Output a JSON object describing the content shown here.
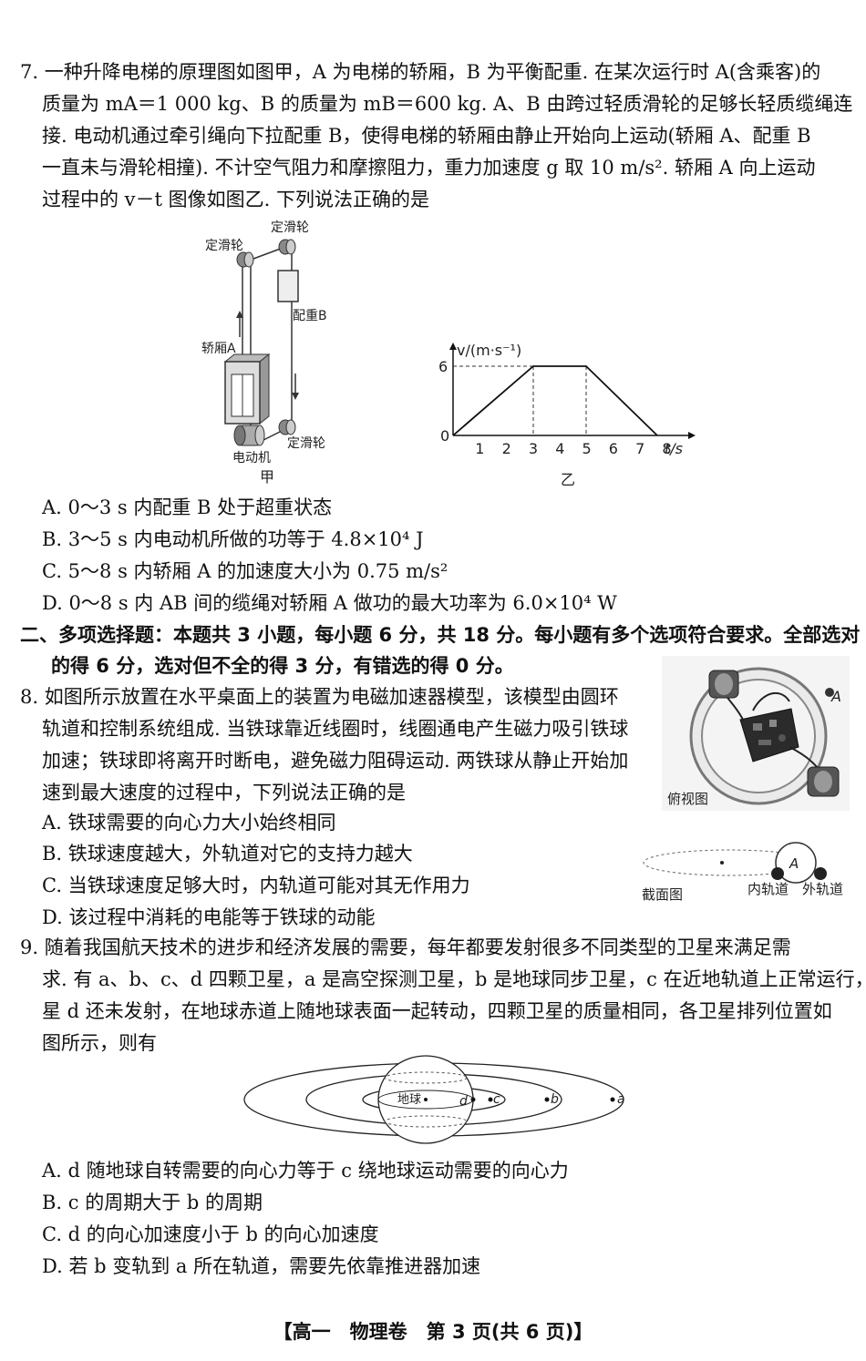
{
  "q7": {
    "lines": [
      "7. 一种升降电梯的原理图如图甲，A 为电梯的轿厢，B 为平衡配重. 在某次运行时 A(含乘客)的",
      "质量为 mA＝1 000 kg、B 的质量为 mB＝600 kg. A、B 由跨过轻质滑轮的足够长轻质缆绳连",
      "接. 电动机通过牵引绳向下拉配重 B，使得电梯的轿厢由静止开始向上运动(轿厢 A、配重 B",
      "一直未与滑轮相撞). 不计空气阻力和摩擦阻力，重力加速度 g 取 10 m/s². 轿厢 A 向上运动",
      "过程中的 v－t 图像如图乙. 下列说法正确的是"
    ],
    "fig_jia": {
      "labels": {
        "pulley_tl": "定滑轮",
        "pulley_tr": "定滑轮",
        "counterweight": "配重B",
        "car": "轿厢A",
        "motor": "电动机",
        "pulley_br": "定滑轮"
      },
      "caption": "甲"
    },
    "fig_yi": {
      "caption": "乙",
      "y_axis_label": "v/(m·s⁻¹)",
      "x_axis_label": "t/s",
      "y_tick": "6",
      "origin": "0",
      "x_ticks": [
        "1",
        "2",
        "3",
        "4",
        "5",
        "6",
        "7",
        "8"
      ]
    },
    "options": [
      "A. 0～3 s 内配重 B 处于超重状态",
      "B. 3～5 s 内电动机所做的功等于 4.8×10⁴ J",
      "C. 5～8 s 内轿厢 A 的加速度大小为 0.75 m/s²",
      "D. 0～8 s 内 AB 间的缆绳对轿厢 A 做功的最大功率为 6.0×10⁴ W"
    ]
  },
  "section2": {
    "lines": [
      "二、多项选择题：本题共 3 小题，每小题 6 分，共 18 分。每小题有多个选项符合要求。全部选对",
      "的得 6 分，选对但不全的得 3 分，有错选的得 0 分。"
    ]
  },
  "q8": {
    "lines": [
      "8. 如图所示放置在水平桌面上的装置为电磁加速器模型，该模型由圆环",
      "轨道和控制系统组成. 当铁球靠近线圈时，线圈通电产生磁力吸引铁球",
      "加速；铁球即将离开时断电，避免磁力阻碍运动. 两铁球从静止开始加",
      "速到最大速度的过程中，下列说法正确的是"
    ],
    "options": [
      "A. 铁球需要的向心力大小始终相同",
      "B. 铁球速度越大，外轨道对它的支持力越大",
      "C. 当铁球速度足够大时，内轨道可能对其无作用力",
      "D. 该过程中消耗的电能等于铁球的动能"
    ],
    "fig_top": {
      "label_A": "A",
      "caption": "俯视图"
    },
    "fig_section": {
      "caption": "截面图",
      "label_A": "A",
      "inner": "内轨道",
      "outer": "外轨道"
    }
  },
  "q9": {
    "lines": [
      "9. 随着我国航天技术的进步和经济发展的需要，每年都要发射很多不同类型的卫星来满足需",
      "求. 有 a、b、c、d 四颗卫星，a 是高空探测卫星，b 是地球同步卫星，c 在近地轨道上正常运行，卫",
      "星 d 还未发射，在地球赤道上随地球表面一起转动，四颗卫星的质量相同，各卫星排列位置如",
      "图所示，则有"
    ],
    "fig": {
      "earth": "地球",
      "d": "d",
      "c": "c",
      "b": "b",
      "a": "a"
    },
    "options": [
      "A. d 随地球自转需要的向心力等于 c 绕地球运动需要的向心力",
      "B. c 的周期大于 b 的周期",
      "C. d 的向心加速度小于 b 的向心加速度",
      "D. 若 b 变轨到 a 所在轨道，需要先依靠推进器加速"
    ]
  },
  "footer": "【高一　物理卷　第 3 页(共 6 页)】"
}
